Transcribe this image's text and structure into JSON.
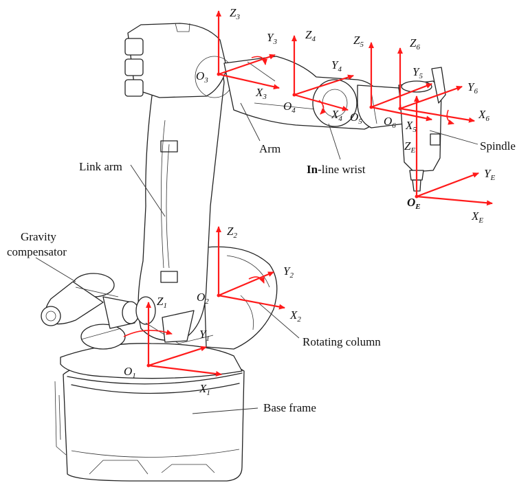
{
  "labels": {
    "link_arm": "Link arm",
    "gravity_line1": "Gravity",
    "gravity_line2": "compensator",
    "arm": "Arm",
    "inline_wrist_bold": "In-",
    "inline_wrist_rest": "line wrist",
    "spindle": "Spindle",
    "rotating_column": "Rotating column",
    "base_frame": "Base frame"
  },
  "frames": [
    {
      "id": "1",
      "origin": "O",
      "origin_sub": "1",
      "x": "X",
      "x_sub": "1",
      "y": "Y",
      "y_sub": "1",
      "z": "Z",
      "z_sub": "1"
    },
    {
      "id": "2",
      "origin": "O",
      "origin_sub": "2",
      "x": "X",
      "x_sub": "2",
      "y": "Y",
      "y_sub": "2",
      "z": "Z",
      "z_sub": "2"
    },
    {
      "id": "3",
      "origin": "O",
      "origin_sub": "3",
      "x": "X",
      "x_sub": "3",
      "y": "Y",
      "y_sub": "3",
      "z": "Z",
      "z_sub": "3"
    },
    {
      "id": "4",
      "origin": "O",
      "origin_sub": "4",
      "x": "X",
      "x_sub": "4",
      "y": "Y",
      "y_sub": "4",
      "z": "Z",
      "z_sub": "4"
    },
    {
      "id": "5",
      "origin": "O",
      "origin_sub": "5",
      "x": "X",
      "x_sub": "5",
      "y": "Y",
      "y_sub": "5",
      "z": "Z",
      "z_sub": "5"
    },
    {
      "id": "6",
      "origin": "O",
      "origin_sub": "6",
      "x": "X",
      "x_sub": "6",
      "y": "Y",
      "y_sub": "6",
      "z": "Z",
      "z_sub": "6"
    },
    {
      "id": "E",
      "origin": "O",
      "origin_sub": "E",
      "x": "X",
      "x_sub": "E",
      "y": "Y",
      "y_sub": "E",
      "z": "Z",
      "z_sub": "E"
    }
  ],
  "colors": {
    "axis": "#ff1a1a",
    "outline": "#222222",
    "background": "#ffffff"
  }
}
